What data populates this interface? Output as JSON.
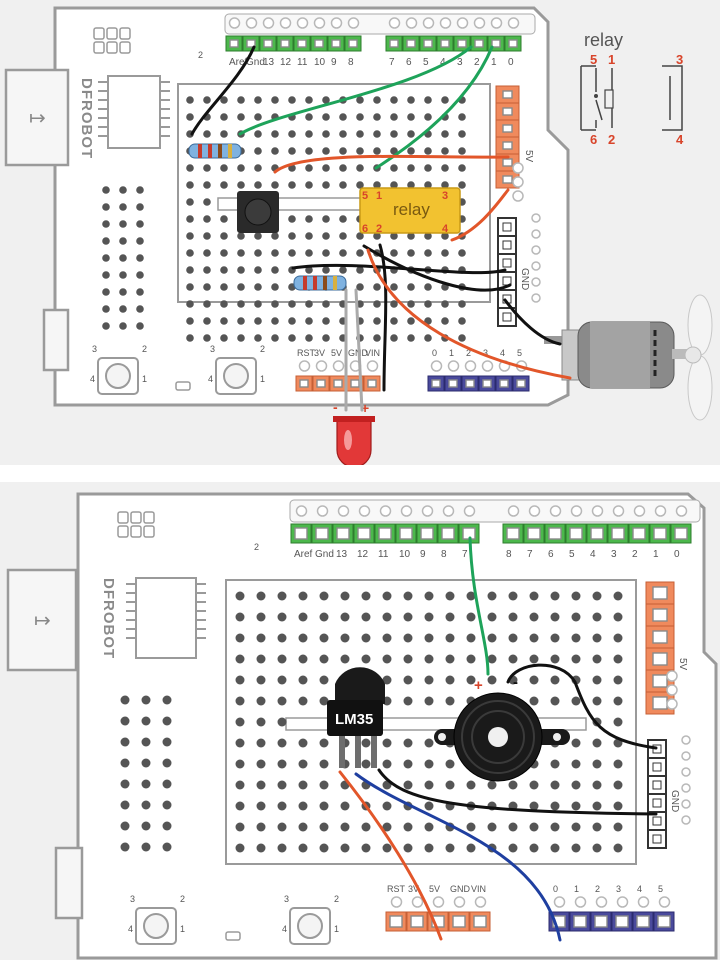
{
  "board": {
    "brand": "DFROBOT",
    "digital_pins": [
      "Aref",
      "Gnd",
      "13",
      "12",
      "11",
      "10",
      "9",
      "8",
      "7",
      "6",
      "5",
      "4",
      "3",
      "2",
      "1",
      "0"
    ],
    "power_pins": [
      "RST",
      "3V",
      "5V",
      "GND",
      "VIN"
    ],
    "analog_pins": [
      "0",
      "1",
      "2",
      "3",
      "4",
      "5"
    ],
    "side_labels": {
      "five_v": "5V",
      "gnd": "GND"
    },
    "button_pins": {
      "a": "3",
      "b": "2",
      "c": "4",
      "d": "1"
    },
    "small_mark": "2"
  },
  "top_diagram": {
    "relay_label": "relay",
    "relay_pins_top": [
      "5",
      "1",
      "3"
    ],
    "relay_pins_bottom": [
      "6",
      "2",
      "4"
    ],
    "relay_schematic": {
      "title": "relay",
      "top": [
        "5",
        "1",
        "3"
      ],
      "bottom": [
        "6",
        "2",
        "4"
      ]
    },
    "led_polarity": {
      "minus": "-",
      "plus": "+"
    }
  },
  "bottom_diagram": {
    "sensor_label": "LM35",
    "buzzer_polarity": {
      "plus": "+",
      "minus": "-"
    }
  },
  "colors": {
    "wire_green": "#1ea35a",
    "wire_red": "#e2562a",
    "wire_black": "#111111",
    "wire_blue": "#1f3fa0",
    "header_green": "#4cb84c",
    "header_orange": "#f08a5d",
    "header_navy": "#4a4a9c",
    "relay_body": "#f2c230",
    "led_red": "#e23838"
  }
}
